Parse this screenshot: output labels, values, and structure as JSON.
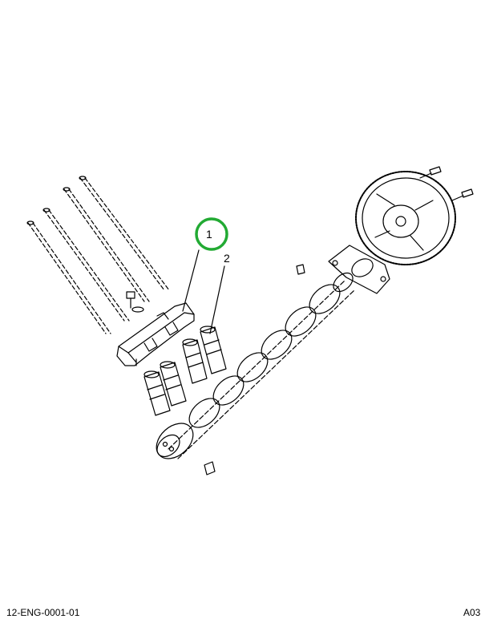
{
  "callouts": [
    {
      "number": "1",
      "highlighted": true
    },
    {
      "number": "2",
      "highlighted": false
    }
  ],
  "footer": {
    "drawing_number": "12-ENG-0001-01",
    "sheet_code": "A03"
  },
  "colors": {
    "line": "#000000",
    "highlight_ring": "#22aa33",
    "background": "#ffffff"
  }
}
